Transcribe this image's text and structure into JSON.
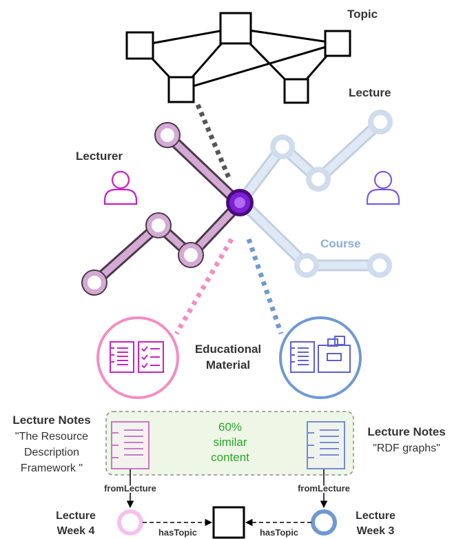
{
  "labels": {
    "topic": "Topic",
    "lecture": "Lecture",
    "lecturer": "Lecturer",
    "course": "Course",
    "educational_material_line1": "Educational",
    "educational_material_line2": "Material",
    "left_notes_title": "Lecture Notes",
    "left_notes_line1": "\"The Resource",
    "left_notes_line2": "Description",
    "left_notes_line3": "Framework \"",
    "right_notes_title": "Lecture Notes",
    "right_notes_line1": "\"RDF graphs\"",
    "similar_line1": "60%",
    "similar_line2": "similar",
    "similar_line3": "content",
    "from_lecture_left": "fromLecture",
    "from_lecture_right": "fromLecture",
    "has_topic_left": "hasTopic",
    "has_topic_right": "hasTopic",
    "week4_line1": "Lecture",
    "week4_line2": "Week 4",
    "week3_line1": "Lecture",
    "week3_line2": "Week 3"
  },
  "colors": {
    "pink": "#f08cc0",
    "lecturer_magenta": "#c81fc8",
    "blue_dotted": "#6f98d6",
    "light_blue": "#dfe8f5",
    "mauve": "#d4a9d3",
    "center_purple": "#7d20d8",
    "green_box": "#eef6e6",
    "green_text": "#2aa52a",
    "grey_text": "#4a4a4a"
  },
  "icons": [
    "person-icon",
    "document-icon",
    "checklist-icon",
    "archive-box-icon"
  ]
}
